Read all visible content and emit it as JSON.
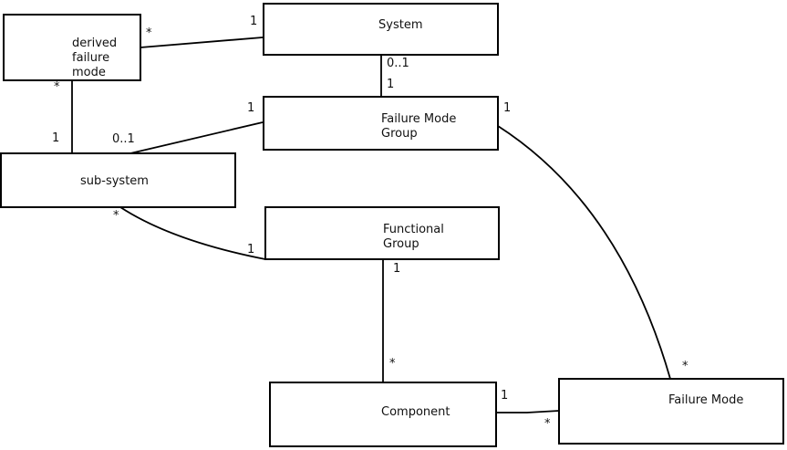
{
  "diagram": {
    "type": "uml-class-association-diagram",
    "colors": {
      "background": "#ffffff",
      "line": "#000000",
      "text": "#111111"
    },
    "nodes": {
      "derived_failure_mode": {
        "label": "derived\nfailure\nmode"
      },
      "system": {
        "label": "System"
      },
      "failure_mode_group": {
        "label": "Failure Mode\nGroup"
      },
      "sub_system": {
        "label": "sub-system"
      },
      "functional_group": {
        "label": "Functional\nGroup"
      },
      "component": {
        "label": "Component"
      },
      "failure_mode": {
        "label": "Failure Mode"
      }
    },
    "edges": {
      "derived_failure_mode_system": {
        "from": "derived failure mode",
        "to": "System",
        "near_derived_failure_mode": "*",
        "near_system": "1"
      },
      "derived_failure_mode_sub_system": {
        "from": "derived failure mode",
        "to": "sub-system",
        "near_derived_failure_mode": "*",
        "near_sub_system": "1"
      },
      "system_failure_mode_group": {
        "from": "System",
        "to": "Failure Mode Group",
        "near_system": "0..1",
        "near_failure_mode_group": "1"
      },
      "failure_mode_group_sub_system": {
        "from": "Failure Mode Group",
        "to": "sub-system",
        "near_failure_mode_group": "1",
        "near_sub_system": "0..1"
      },
      "sub_system_functional_group": {
        "from": "sub-system",
        "to": "Functional Group",
        "near_sub_system": "*",
        "near_functional_group": "1"
      },
      "functional_group_component": {
        "from": "Functional Group",
        "to": "Component",
        "near_functional_group": "1",
        "near_component": "*"
      },
      "component_failure_mode": {
        "from": "Component",
        "to": "Failure Mode",
        "near_component": "1",
        "near_failure_mode": "*"
      },
      "failure_mode_group_failure_mode": {
        "from": "Failure Mode Group",
        "to": "Failure Mode",
        "near_failure_mode_group": "1",
        "near_failure_mode": "*"
      }
    }
  }
}
